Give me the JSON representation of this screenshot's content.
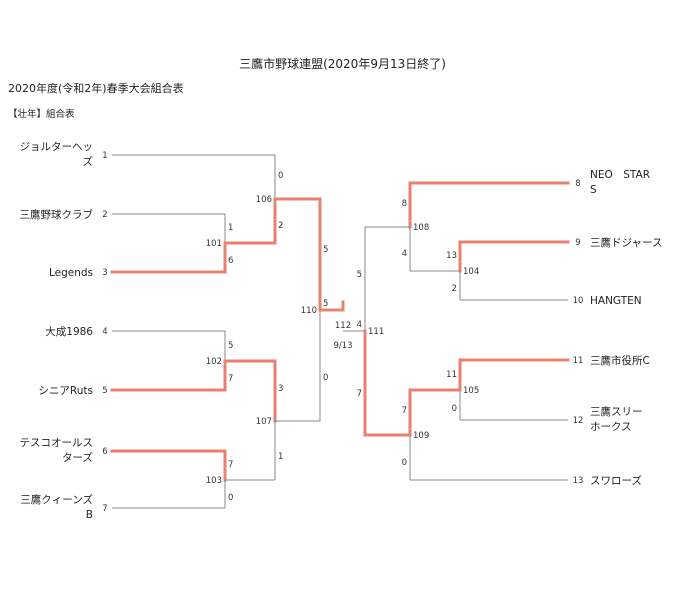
{
  "title": "三鷹市野球連盟(2020年9月13日終了)",
  "subtitle": "2020年度(令和2年)春季大会組合表",
  "division": "【壮年】組合表",
  "teams": [
    {
      "seed": "1",
      "lines": [
        "ジョルターヘッ",
        "ズ"
      ]
    },
    {
      "seed": "2",
      "lines": [
        "三鷹野球クラブ"
      ]
    },
    {
      "seed": "3",
      "lines": [
        "Legends"
      ]
    },
    {
      "seed": "4",
      "lines": [
        "大成1986"
      ]
    },
    {
      "seed": "5",
      "lines": [
        "シニアRuts"
      ]
    },
    {
      "seed": "6",
      "lines": [
        "テスコオールス",
        "ターズ"
      ]
    },
    {
      "seed": "7",
      "lines": [
        "三鷹クィーンズ",
        "B"
      ]
    },
    {
      "seed": "8",
      "lines": [
        "NEO　STAR",
        "S"
      ]
    },
    {
      "seed": "9",
      "lines": [
        "三鷹ドジャース"
      ]
    },
    {
      "seed": "10",
      "lines": [
        "HANGTEN"
      ]
    },
    {
      "seed": "11",
      "lines": [
        "三鷹市役所C"
      ]
    },
    {
      "seed": "12",
      "lines": [
        "三鷹スリー",
        "ホークス"
      ]
    },
    {
      "seed": "13",
      "lines": [
        "スワローズ"
      ]
    }
  ],
  "games": [
    {
      "id": "101",
      "winner": "3",
      "scores": [
        "1",
        "6"
      ]
    },
    {
      "id": "102",
      "winner": "5",
      "scores": [
        "5",
        "7"
      ]
    },
    {
      "id": "103",
      "winner": "6",
      "scores": [
        "7",
        "0"
      ]
    },
    {
      "id": "104",
      "winner": "9",
      "scores": [
        "13",
        "2"
      ]
    },
    {
      "id": "105",
      "winner": "11",
      "scores": [
        "11",
        "0"
      ]
    },
    {
      "id": "106",
      "winner": "101",
      "scores": [
        "0",
        "2"
      ]
    },
    {
      "id": "107",
      "winner": "102",
      "scores": [
        "3",
        "1"
      ]
    },
    {
      "id": "108",
      "winner": "8",
      "scores": [
        "8",
        "4"
      ]
    },
    {
      "id": "109",
      "winner": "105",
      "scores": [
        "7",
        "0"
      ]
    },
    {
      "id": "110",
      "winner": "106",
      "scores": [
        "5",
        "0"
      ]
    },
    {
      "id": "111",
      "winner": "109",
      "scores": [
        "5",
        "7"
      ]
    },
    {
      "id": "112",
      "winner": "110",
      "scores": [
        "5",
        "4"
      ],
      "date": "9/13"
    }
  ]
}
